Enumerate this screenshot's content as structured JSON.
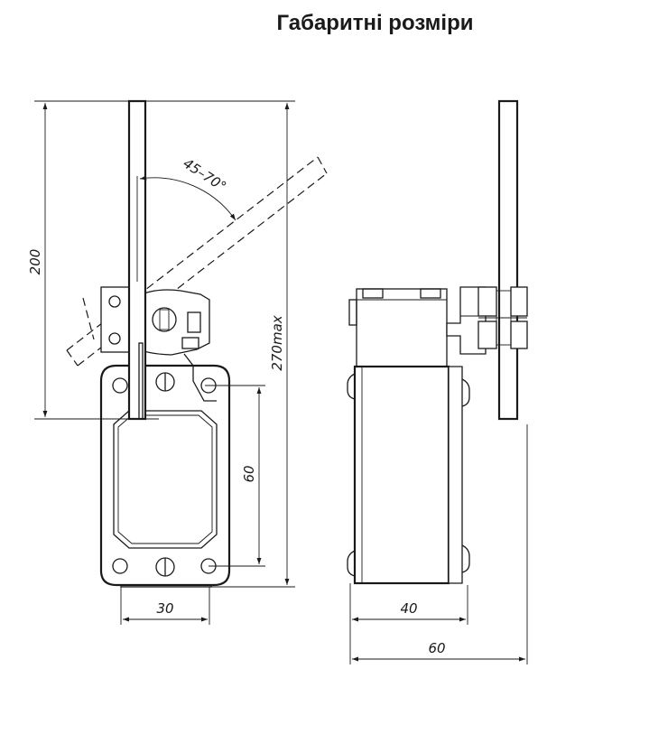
{
  "title": "Габаритні розміри",
  "dimensions": {
    "angle": "45–70°",
    "height_200": "200",
    "height_270": "270max",
    "height_60": "60",
    "width_30": "30",
    "depth_40": "40",
    "depth_60": "60"
  }
}
